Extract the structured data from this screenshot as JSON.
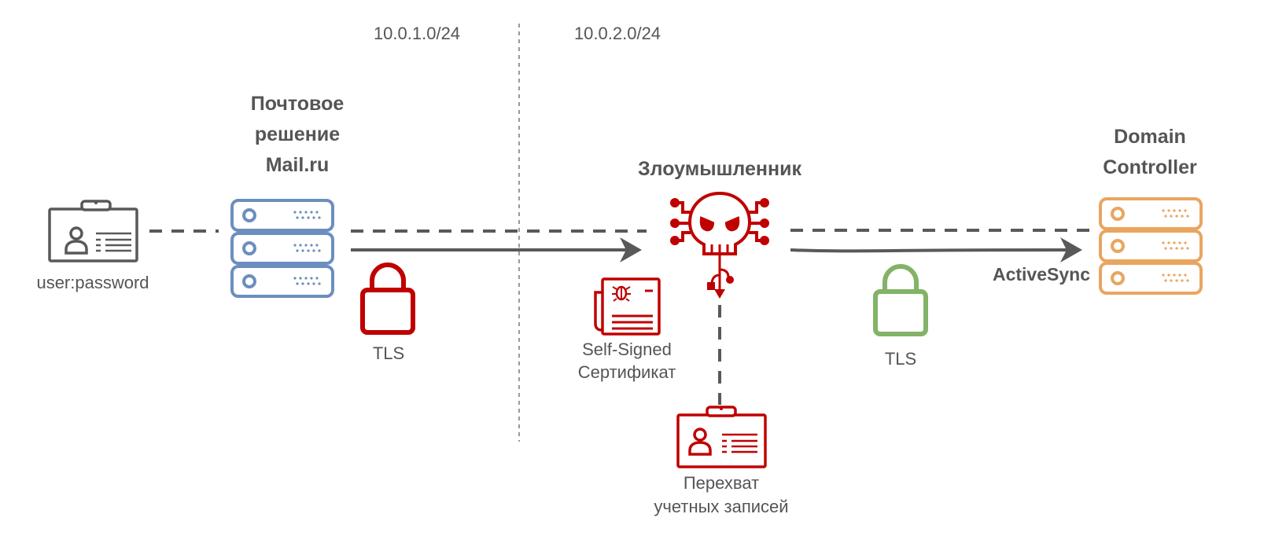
{
  "subnets": {
    "left": "10.0.1.0/24",
    "right": "10.0.2.0/24"
  },
  "user": {
    "label": "user:password"
  },
  "mail_server": {
    "title_lines": [
      "Почтовое",
      "решение",
      "Mail.ru"
    ]
  },
  "tls_left": {
    "label": "TLS"
  },
  "attacker": {
    "title": "Злоумышленник"
  },
  "certificate": {
    "lines": [
      "Self-Signed",
      "Сертификат"
    ]
  },
  "intercept": {
    "lines": [
      "Перехват",
      "учетных записей"
    ]
  },
  "tls_right": {
    "label": "TLS"
  },
  "protocol": {
    "label": "ActiveSync"
  },
  "domain_controller": {
    "title_lines": [
      "Domain",
      "Controller"
    ]
  },
  "colors": {
    "gray": "#595959",
    "blue": "#6C8EBF",
    "red": "#C00000",
    "green": "#82B366",
    "orange": "#EAA55F"
  }
}
